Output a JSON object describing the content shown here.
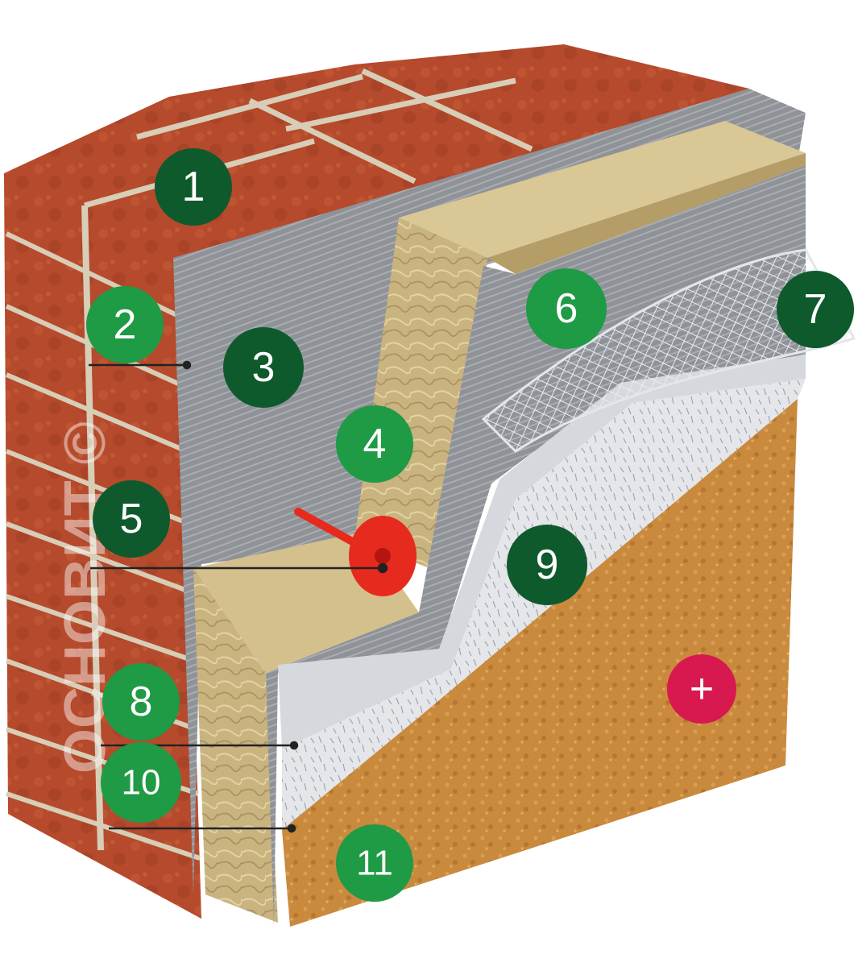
{
  "watermark": "ОСНОВИТ ©",
  "colors": {
    "badge_dark": "#0e5a2d",
    "badge_light": "#1f9a45",
    "plus_badge": "#d8194f",
    "brick": "#b54a2c",
    "mortar": "#d8cdb6",
    "adhesive_gray": "#8c8f94",
    "insulation": "#c8b27f",
    "dowel_red": "#e62a1e",
    "mesh": "#f2f2f2",
    "primer": "#d5d9de",
    "plaster": "#c9873c"
  },
  "badges": [
    {
      "id": "1",
      "label": "1",
      "variant": "dark"
    },
    {
      "id": "2",
      "label": "2",
      "variant": "light"
    },
    {
      "id": "3",
      "label": "3",
      "variant": "dark"
    },
    {
      "id": "4",
      "label": "4",
      "variant": "light"
    },
    {
      "id": "5",
      "label": "5",
      "variant": "dark"
    },
    {
      "id": "6",
      "label": "6",
      "variant": "light"
    },
    {
      "id": "7",
      "label": "7",
      "variant": "dark"
    },
    {
      "id": "8",
      "label": "8",
      "variant": "light"
    },
    {
      "id": "9",
      "label": "9",
      "variant": "dark"
    },
    {
      "id": "10",
      "label": "10",
      "variant": "light"
    },
    {
      "id": "11",
      "label": "11",
      "variant": "light"
    },
    {
      "id": "plus",
      "label": "+",
      "variant": "plus"
    }
  ]
}
